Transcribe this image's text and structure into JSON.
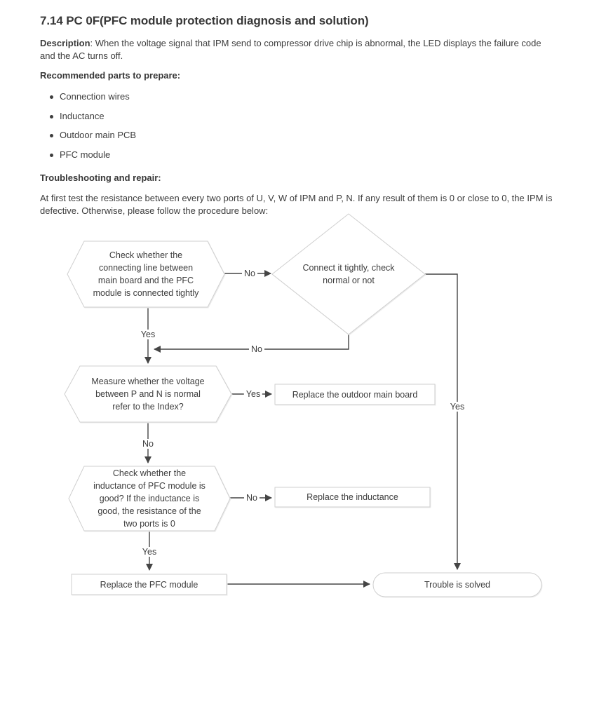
{
  "page": {
    "title": "7.14  PC 0F(PFC module protection diagnosis and solution)",
    "description_label": "Description",
    "description_rest": ": When the voltage signal that IPM send to compressor drive chip is abnormal, the LED displays the failure code and the AC turns off.",
    "recommended_heading": "Recommended parts to prepare:",
    "parts": [
      "Connection wires",
      "Inductance",
      "Outdoor main PCB",
      "PFC module"
    ],
    "troubleshooting_heading": "Troubleshooting and repair:",
    "intro_text": "At first test the resistance between every two ports of U, V, W of IPM and P, N. If any result of them is 0 or close to 0, the IPM is defective. Otherwise, please follow the procedure below:"
  },
  "flowchart": {
    "nodes": {
      "check_connection": "Check whether the\nconnecting line between\nmain board and the PFC\nmodule is connected tightly",
      "connect_tightly": "Connect it tightly, check\nnormal or not",
      "measure_voltage": "Measure whether the voltage\nbetween P and N is normal\nrefer to the Index?",
      "replace_main_board": "Replace the outdoor main board",
      "check_inductance": "Check whether the\ninductance of PFC module is\ngood? If the inductance is\ngood, the resistance of the\ntwo ports is 0",
      "replace_inductance": "Replace the inductance",
      "replace_pfc": "Replace the PFC module",
      "solved": "Trouble is solved"
    },
    "labels": {
      "no_to_diamond": "No",
      "yes_right_side": "Yes",
      "no_feedback": "No",
      "yes_spine_1": "Yes",
      "yes_to_main_board": "Yes",
      "no_spine_2": "No",
      "no_to_inductance": "No",
      "yes_spine_3": "Yes"
    },
    "colors": {
      "text": "#3d3d3d",
      "shape_border": "#cfcfcf",
      "connector": "#454545",
      "background": "#ffffff"
    }
  }
}
